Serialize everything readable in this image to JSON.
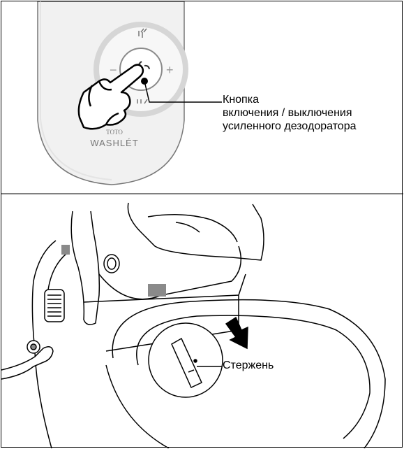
{
  "remote": {
    "brand_top": "TOTO",
    "brand_bottom": "WASHLÉT",
    "minus_symbol": "−",
    "plus_symbol": "+"
  },
  "callouts": {
    "deodorizer_button": [
      "Кнопка",
      "включения / выключения",
      "усиленного дезодоратора"
    ],
    "rod": "Стержень"
  },
  "colors": {
    "line": "#000000",
    "remote_body": "#f1f1f1",
    "dial_ring": "#d6d6d6",
    "shade": "#8a8a8a"
  }
}
